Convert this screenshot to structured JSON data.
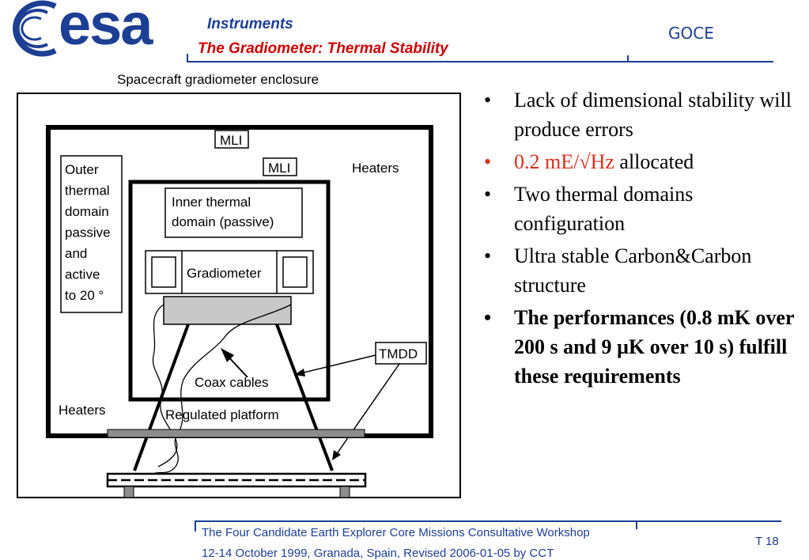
{
  "header": {
    "logo": "esa",
    "section": "Instruments",
    "title": "The Gradiometer: Thermal Stability",
    "mission": "GOCE"
  },
  "diagram": {
    "caption": "Spacecraft gradiometer enclosure",
    "labels": {
      "mli_outer": "MLI",
      "mli_inner": "MLI",
      "heaters_top": "Heaters",
      "heaters_bottom": "Heaters",
      "outer_domain": [
        "Outer",
        "thermal",
        "domain",
        "passive",
        "and",
        "active",
        "to 20 °"
      ],
      "inner_domain": [
        "Inner thermal",
        "domain (passive)"
      ],
      "gradiometer": "Gradiometer",
      "tmdd": "TMDD",
      "coax": "Coax cables",
      "platform": "Regulated platform"
    }
  },
  "bullets": [
    {
      "text": "Lack of dimensional stability will produce errors"
    },
    {
      "highlight": "0.2 mE/√Hz",
      "text": " allocated"
    },
    {
      "text": "Two thermal domains configuration"
    },
    {
      "text": "Ultra stable Carbon&Carbon structure"
    },
    {
      "text": "The performances (0.8 mK over 200 s and 9 µK over 10 s) fulfill these requirements"
    }
  ],
  "footer": {
    "line1": "The Four Candidate Earth Explorer Core Missions Consultative Workshop",
    "line2": "12-14 October 1999, Granada, Spain, Revised 2006-01-05 by CCT",
    "page": "T 18"
  },
  "colors": {
    "brand": "#1c3f94",
    "title_red": "#cc0000",
    "bullet_red": "#d9301d"
  }
}
